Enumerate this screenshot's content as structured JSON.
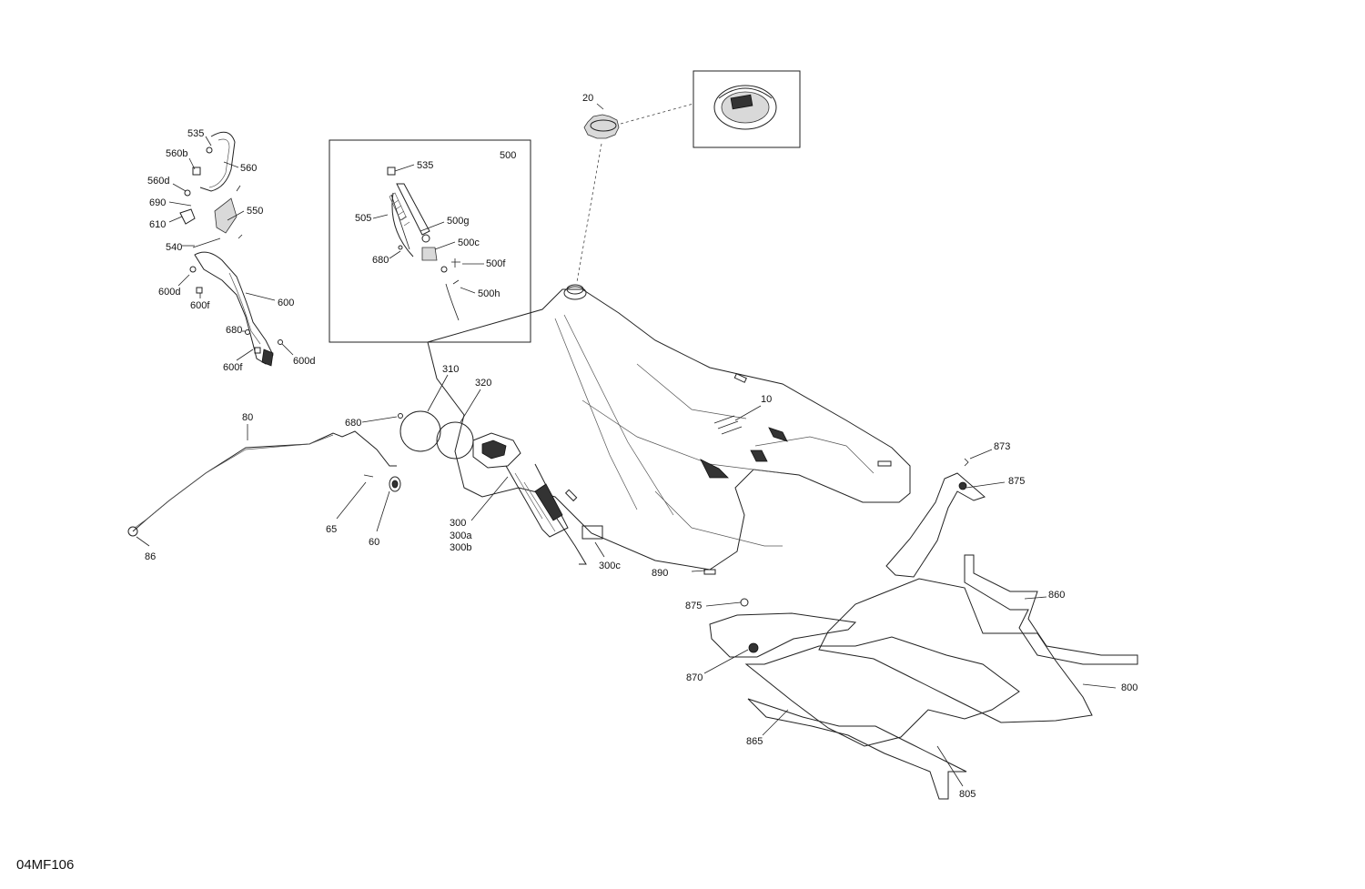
{
  "diagram": {
    "reference": "04MF106",
    "inset_label": "500",
    "labels": {
      "l20": "20",
      "l10": "10",
      "l535a": "535",
      "l560b": "560b",
      "l560": "560",
      "l560d": "560d",
      "l690": "690",
      "l610": "610",
      "l550": "550",
      "l540": "540",
      "l600d_a": "600d",
      "l600f_a": "600f",
      "l600": "600",
      "l680_a": "680",
      "l600f_b": "600f",
      "l600d_b": "600d",
      "l535b": "535",
      "l505": "505",
      "l500g": "500g",
      "l500c": "500c",
      "l680_b": "680",
      "l500f": "500f",
      "l500h": "500h",
      "l310": "310",
      "l320": "320",
      "l680_c": "680",
      "l80": "80",
      "l65": "65",
      "l60": "60",
      "l86": "86",
      "l300": "300",
      "l300a": "300a",
      "l300b": "300b",
      "l300c": "300c",
      "l890": "890",
      "l873": "873",
      "l875a": "875",
      "l860": "860",
      "l875b": "875",
      "l870": "870",
      "l800": "800",
      "l865": "865",
      "l805": "805"
    }
  }
}
